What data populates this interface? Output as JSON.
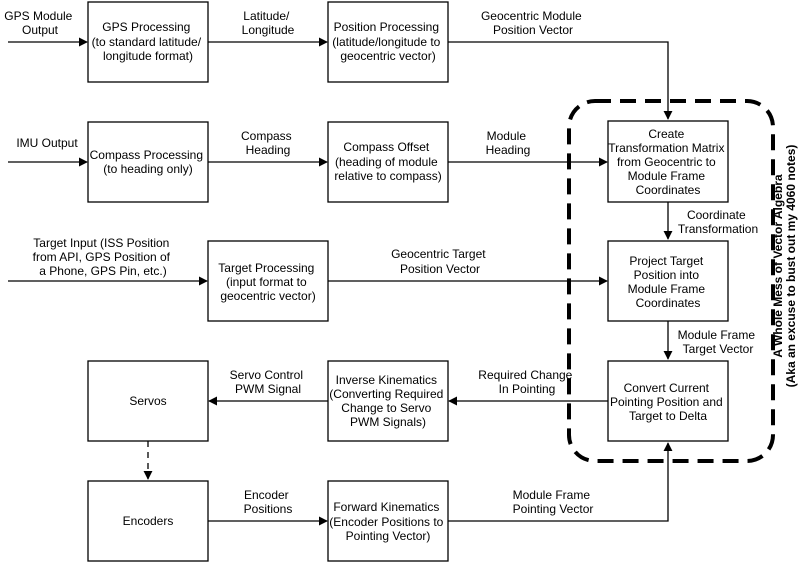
{
  "boxes": {
    "gps_processing": [
      "GPS Processing",
      "(to standard latitude/",
      "longitude format)"
    ],
    "position_processing": [
      "Position Processing",
      "(latitude/longitude to",
      "geocentric vector)"
    ],
    "compass_processing": [
      "Compass Processing",
      "(to heading only)"
    ],
    "compass_offset": [
      "Compass Offset",
      "(heading of module",
      "relative to compass)"
    ],
    "target_processing": [
      "Target Processing",
      "(input format to",
      "geocentric vector)"
    ],
    "servos": [
      "Servos"
    ],
    "inverse_kinematics": [
      "Inverse Kinematics",
      "(Converting Required",
      "Change to Servo",
      "PWM Signals)"
    ],
    "encoders": [
      "Encoders"
    ],
    "forward_kinematics": [
      "Forward Kinematics",
      "(Encoder Positions to",
      "Pointing Vector)"
    ],
    "transformation_matrix": [
      "Create",
      "Transformation Matrix",
      "from Geocentric to",
      "Module Frame",
      "Coordinates"
    ],
    "project_target": [
      "Project Target",
      "Position into",
      "Module Frame",
      "Coordinates"
    ],
    "convert_delta": [
      "Convert Current",
      "Pointing Position and",
      "Target to Delta"
    ]
  },
  "labels": {
    "gps_module_output": [
      "GPS Module",
      "Output"
    ],
    "latitude_longitude": [
      "Latitude/",
      "Longitude"
    ],
    "geocentric_module_position": [
      "Geocentric Module",
      "Position Vector"
    ],
    "imu_output": [
      "IMU Output"
    ],
    "compass_heading": [
      "Compass",
      "Heading"
    ],
    "module_heading": [
      "Module",
      "Heading"
    ],
    "target_input": [
      "Target Input (ISS Position",
      "from API, GPS Position of",
      "a Phone, GPS Pin, etc.)"
    ],
    "geocentric_target": [
      "Geocentric Target",
      "Position Vector"
    ],
    "coordinate_transformation": [
      "Coordinate",
      "Transformation"
    ],
    "module_frame_target": [
      "Module Frame",
      "Target Vector"
    ],
    "servo_control": [
      "Servo Control",
      "PWM Signal"
    ],
    "required_change": [
      "Required Change",
      "In Pointing"
    ],
    "encoder_positions": [
      "Encoder",
      "Positions"
    ],
    "module_frame_pointing": [
      "Module Frame",
      "Pointing Vector"
    ]
  },
  "group_label": [
    "A Whole Mess of Vector Algebra",
    "(Aka an excuse to bust out my 4060 notes)"
  ]
}
